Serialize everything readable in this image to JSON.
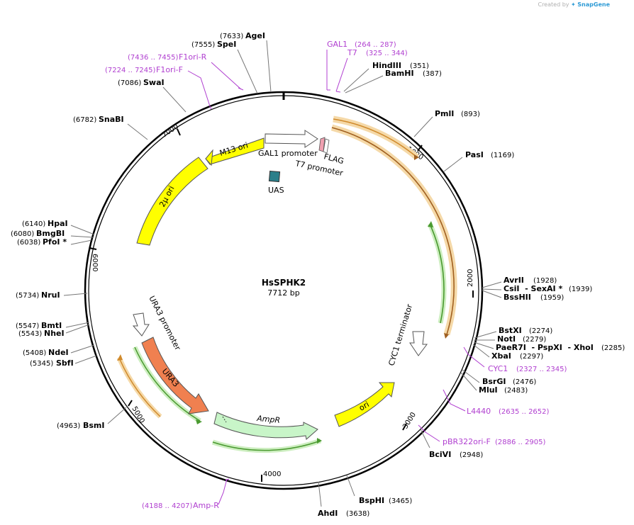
{
  "credit": {
    "prefix": "Created by",
    "brand": "SnapGene"
  },
  "plasmid": {
    "name": "HsSPHK2",
    "size_label": "7712 bp"
  },
  "ticks": [
    "1000",
    "2000",
    "3000",
    "4000",
    "5000",
    "6000",
    "7000"
  ],
  "sites": [
    {
      "name": "AgeI",
      "pos": "(7633)"
    },
    {
      "name": "SpeI",
      "pos": "(7555)"
    },
    {
      "name": "SwaI",
      "pos": "(7086)"
    },
    {
      "name": "SnaBI",
      "pos": "(6782)"
    },
    {
      "name": "HpaI",
      "pos": "(6140)"
    },
    {
      "name": "BmgBI",
      "pos": "(6080)"
    },
    {
      "name": "PfoI *",
      "pos": "(6038)"
    },
    {
      "name": "NruI",
      "pos": "(5734)"
    },
    {
      "name": "BmtI",
      "pos": "(5547)"
    },
    {
      "name": "NheI",
      "pos": "(5543)"
    },
    {
      "name": "NdeI",
      "pos": "(5408)"
    },
    {
      "name": "SbfI",
      "pos": "(5345)"
    },
    {
      "name": "BsmI",
      "pos": "(4963)"
    },
    {
      "name": "HindIII",
      "pos": "(351)"
    },
    {
      "name": "BamHI",
      "pos": "(387)"
    },
    {
      "name": "PmlI",
      "pos": "(893)"
    },
    {
      "name": "PasI",
      "pos": "(1169)"
    },
    {
      "name": "AvrII",
      "pos": "(1928)"
    },
    {
      "name": "CsiI  - SexAI *",
      "pos": "(1939)"
    },
    {
      "name": "BssHII",
      "pos": "(1959)"
    },
    {
      "name": "BstXI",
      "pos": "(2274)"
    },
    {
      "name": "NotI",
      "pos": "(2279)"
    },
    {
      "name": "PaeR7I  - PspXI  - XhoI",
      "pos": "(2285)"
    },
    {
      "name": "XbaI",
      "pos": "(2297)"
    },
    {
      "name": "BsrGI",
      "pos": "(2476)"
    },
    {
      "name": "MluI",
      "pos": "(2483)"
    },
    {
      "name": "BciVI",
      "pos": "(2948)"
    },
    {
      "name": "BspHI",
      "pos": "(3465)"
    },
    {
      "name": "AhdI",
      "pos": "(3638)"
    }
  ],
  "primers": [
    {
      "name": "F1ori-R",
      "pos": "(7436 .. 7455)"
    },
    {
      "name": "F1ori-F",
      "pos": "(7224 .. 7245)"
    },
    {
      "name": "GAL1",
      "pos": "(264 .. 287)"
    },
    {
      "name": "T7",
      "pos": "(325 .. 344)"
    },
    {
      "name": "CYC1",
      "pos": "(2327 .. 2345)"
    },
    {
      "name": "L4440",
      "pos": "(2635 .. 2652)"
    },
    {
      "name": "pBR322ori-F",
      "pos": "(2886 .. 2905)"
    },
    {
      "name": "Amp-R",
      "pos": "(4188 .. 4207)"
    }
  ],
  "features": {
    "gal1_promoter": "GAL1 promoter",
    "flag": "FLAG",
    "t7_promoter": "T7 promoter",
    "uas": "UAS",
    "m13_ori": "M13 ori",
    "two_micron_ori": "2μ ori",
    "cyc1_terminator": "CYC1 terminator",
    "ura3_promoter": "URA3 promoter",
    "ura3": "URA3",
    "ampr": "AmpR",
    "ori": "ori"
  },
  "colors": {
    "yellow_feature": "#ffff00",
    "white_feature": "#ffffff",
    "orange_cds": "#f08050",
    "green_cds": "#c8f5c8",
    "primer_purple": "#b03fd0",
    "orf_orange": "#e0a040",
    "orf_green": "#58a838",
    "uas_teal": "#2a7f8a",
    "flag_pink": "#f0a0b0"
  }
}
